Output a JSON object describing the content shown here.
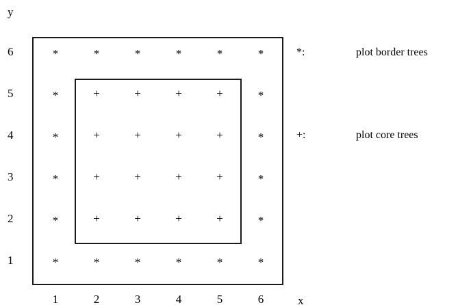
{
  "axes": {
    "x_label": "x",
    "y_label": "y",
    "x_ticks": [
      "1",
      "2",
      "3",
      "4",
      "5",
      "6"
    ],
    "y_ticks": [
      "1",
      "2",
      "3",
      "4",
      "5",
      "6"
    ]
  },
  "grid": {
    "x_values": [
      1,
      2,
      3,
      4,
      5,
      6
    ],
    "y_values": [
      1,
      2,
      3,
      4,
      5,
      6
    ],
    "border_symbol": "*",
    "core_symbol": "+",
    "core_x_range": [
      2,
      5
    ],
    "core_y_range": [
      2,
      5
    ]
  },
  "legend": [
    {
      "key": "*:",
      "description": "plot border trees"
    },
    {
      "key": "+:",
      "description": "plot core trees"
    }
  ]
}
